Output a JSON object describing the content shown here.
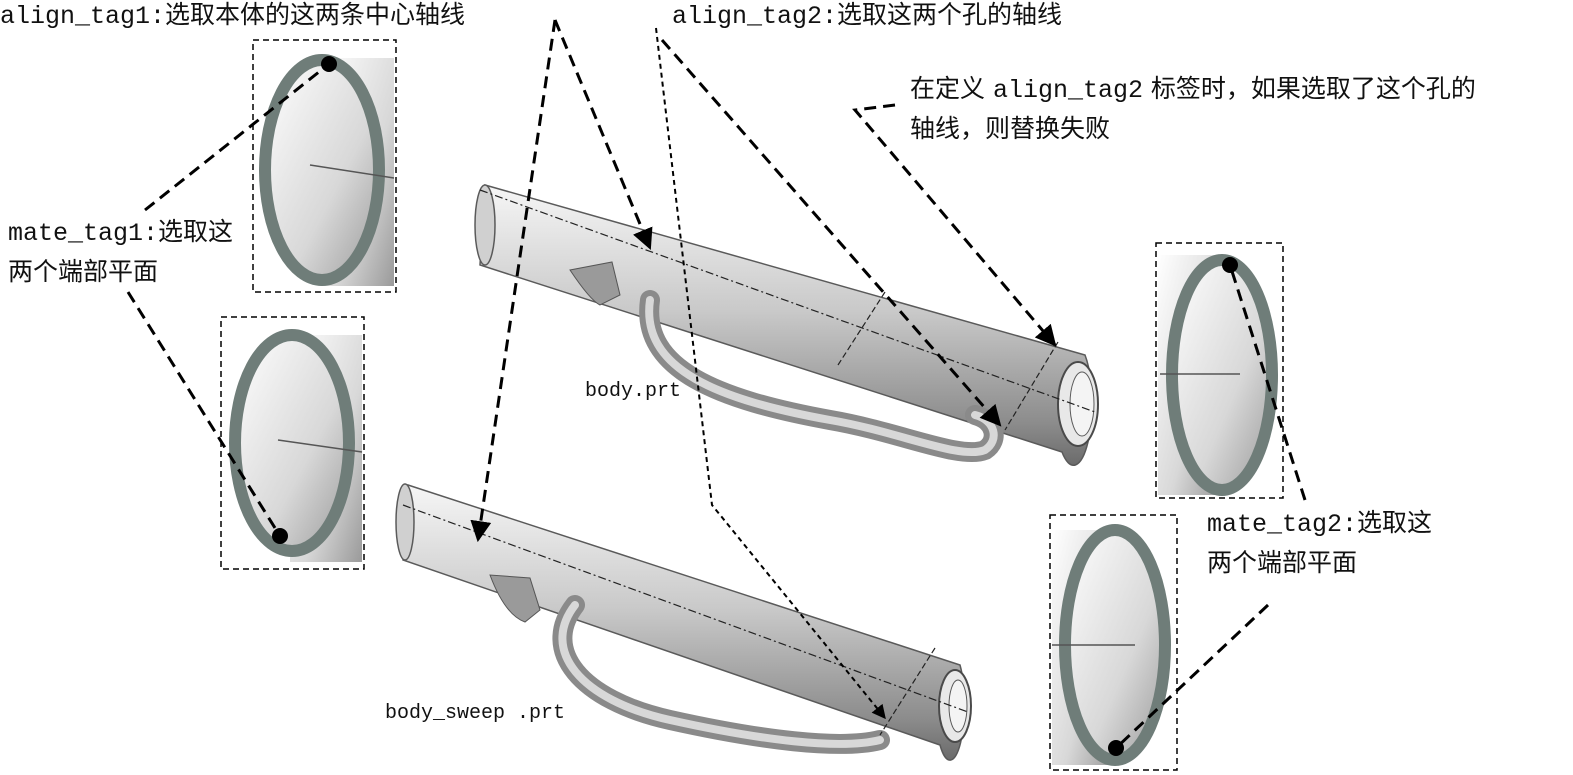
{
  "labels": {
    "align_tag1": {
      "code": "align_tag1:",
      "text": "选取本体的这两条中心轴线"
    },
    "align_tag2": {
      "code": "align_tag2:",
      "text": "选取这两个孔的轴线"
    },
    "note": {
      "line1_pre": "在定义 ",
      "line1_code": "align_tag2",
      "line1_post": " 标签时，如果选取了这个孔的",
      "line2": "轴线，则替换失败"
    },
    "mate_tag1": {
      "code": "mate_tag1:",
      "text1": "选取这",
      "line2": "两个端部平面"
    },
    "mate_tag2": {
      "code": "mate_tag2:",
      "text1": "选取这",
      "line2": "两个端部平面"
    }
  },
  "parts": {
    "body": "body.prt",
    "body_sweep": "body_sweep .prt"
  },
  "colors": {
    "tube_light": "#f4f4f4",
    "tube_mid": "#b8b8b8",
    "tube_dark": "#6e6e6e",
    "ring": "#6f7d79",
    "line": "#000000"
  }
}
